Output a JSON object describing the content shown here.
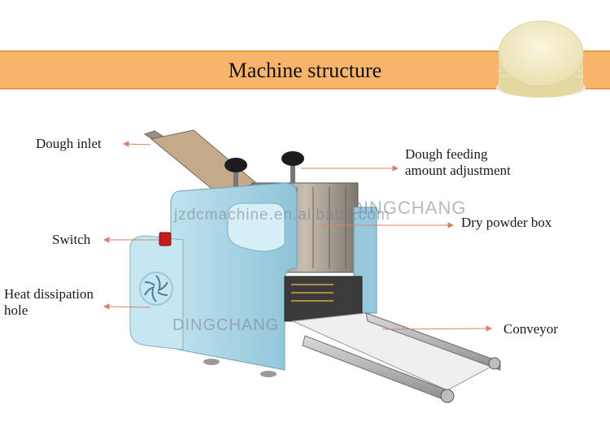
{
  "title": "Machine structure",
  "labels": {
    "dough_inlet": "Dough inlet",
    "dough_feeding": [
      "Dough feeding",
      "amount adjustment"
    ],
    "dry_powder_box": "Dry powder box",
    "switch": "Switch",
    "heat_dissipation": [
      "Heat dissipation",
      "hole"
    ],
    "conveyor": "Conveyor"
  },
  "watermarks": {
    "brand_top": "DINGCHANG",
    "site": "jzdcmachine.en.alibaba.com",
    "brand_bottom": "DINGCHANG"
  },
  "colors": {
    "banner": "#f8b46a",
    "machine_body": "#a9d4e6",
    "arrow": "#d9826b"
  }
}
